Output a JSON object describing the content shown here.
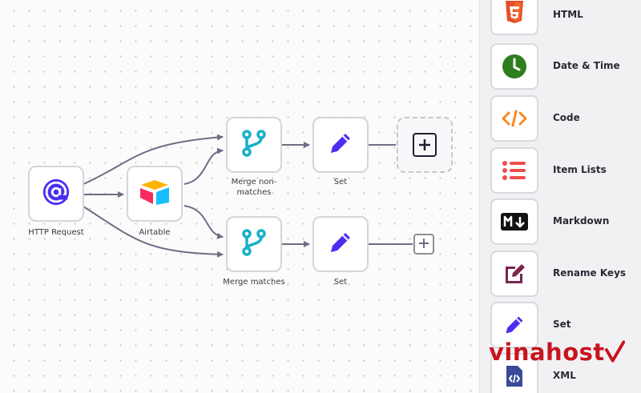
{
  "colors": {
    "accent": "#4a2ff0",
    "teal": "#17b0c8",
    "edge": "#6f6c84",
    "watermark": "#c8141e"
  },
  "workflow": {
    "nodes": [
      {
        "id": "http",
        "label": "HTTP Request",
        "icon": "at-sign-icon"
      },
      {
        "id": "airtable",
        "label": "Airtable",
        "icon": "airtable-logo-icon"
      },
      {
        "id": "merge1",
        "label": "Merge non-\nmatches",
        "icon": "branch-merge-icon"
      },
      {
        "id": "set1",
        "label": "Set",
        "icon": "pencil-icon"
      },
      {
        "id": "merge2",
        "label": "Merge matches",
        "icon": "branch-merge-icon"
      },
      {
        "id": "set2",
        "label": "Set",
        "icon": "pencil-icon"
      }
    ],
    "add_buttons": [
      "plus-icon",
      "plus-icon"
    ]
  },
  "panel": {
    "items": [
      {
        "label": "HTML",
        "icon": "html5-icon"
      },
      {
        "label": "Date & Time",
        "icon": "clock-icon"
      },
      {
        "label": "Code",
        "icon": "code-icon"
      },
      {
        "label": "Item Lists",
        "icon": "list-icon"
      },
      {
        "label": "Markdown",
        "icon": "markdown-icon"
      },
      {
        "label": "Rename Keys",
        "icon": "rename-edit-icon"
      },
      {
        "label": "Set",
        "icon": "pencil-icon"
      },
      {
        "label": "XML",
        "icon": "xml-file-icon"
      }
    ]
  },
  "watermark": {
    "text": "vinahost"
  }
}
